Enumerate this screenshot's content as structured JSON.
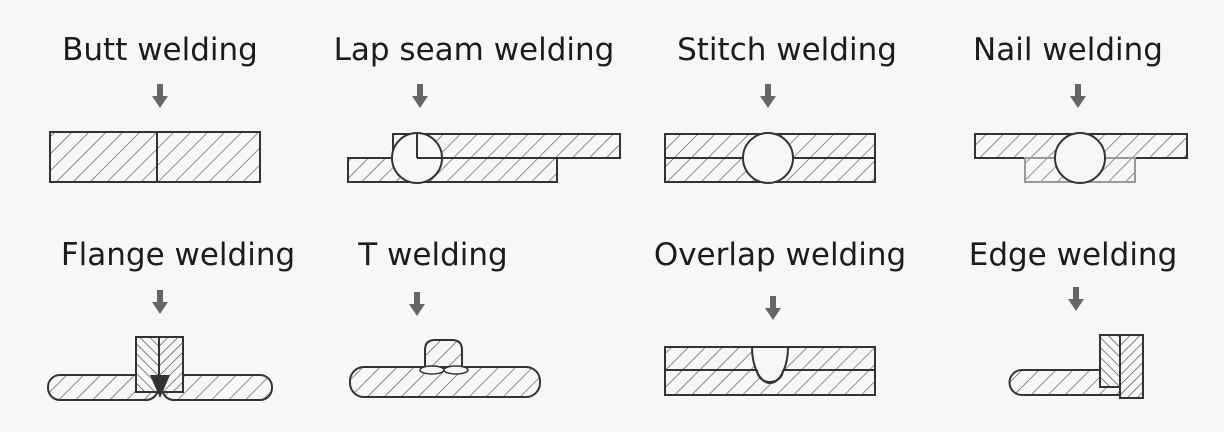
{
  "colors": {
    "background": "#f7f7f7",
    "text": "#1c1c1c",
    "arrow": "#666666",
    "outline": "#333333"
  },
  "joints": [
    {
      "label": "Butt welding"
    },
    {
      "label": "Lap seam welding"
    },
    {
      "label": "Stitch welding"
    },
    {
      "label": "Nail welding"
    },
    {
      "label": "Flange welding"
    },
    {
      "label": "T welding"
    },
    {
      "label": "Overlap welding"
    },
    {
      "label": "Edge welding"
    }
  ],
  "arrow_icon": "down-arrow-icon"
}
